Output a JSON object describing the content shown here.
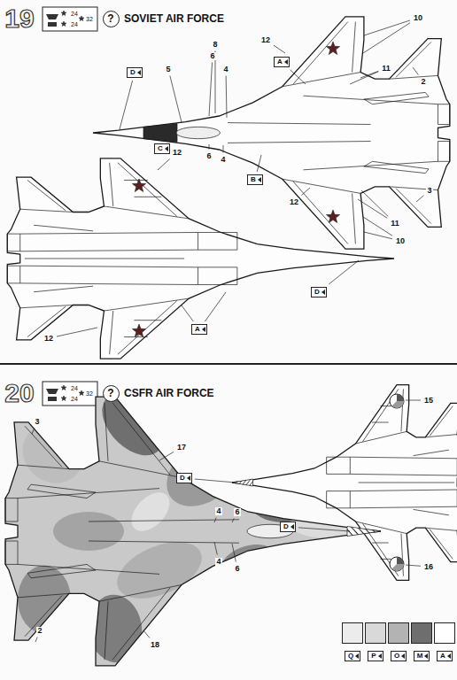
{
  "diagram": {
    "nodes": [
      {
        "text": [
          "?"
        ]
      },
      {
        "text": [
          "A"
        ]
      },
      {
        "text": [
          "D"
        ]
      },
      {
        "text": [
          "C"
        ]
      },
      {
        "text": [
          "B"
        ]
      },
      {
        "text": [
          "D"
        ]
      },
      {
        "text": [
          "A"
        ]
      },
      {
        "text": [
          "?"
        ]
      },
      {
        "text": [
          "D"
        ]
      },
      {
        "text": [
          "D"
        ]
      }
    ],
    "labels": [
      "19",
      "24",
      "24",
      "32",
      "SOVIET AIR FORCE",
      "10",
      "11",
      "2",
      "12",
      "8",
      "6",
      "4",
      "5",
      "6",
      "4",
      "3",
      "11",
      "10",
      "12",
      "12",
      "12",
      "20",
      "24",
      "24",
      "32",
      "CSFR AIR FORCE",
      "15",
      "17",
      "3",
      "4",
      "6",
      "4",
      "6",
      "2",
      "16",
      "18"
    ],
    "legend": [
      {
        "text": "Q",
        "color": "#ececec"
      },
      {
        "text": "P",
        "color": "#d9d9d9"
      },
      {
        "text": "O",
        "color": "#b3b3b3"
      },
      {
        "text": "M",
        "color": "#6e6e6e"
      },
      {
        "text": "A",
        "color": "#ffffff"
      }
    ]
  }
}
